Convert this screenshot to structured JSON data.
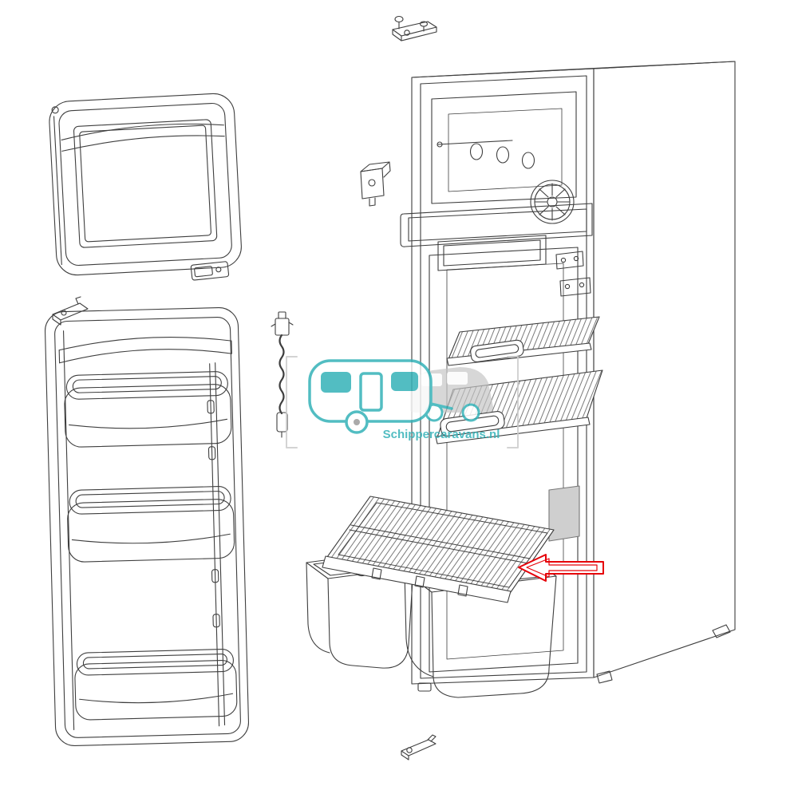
{
  "page": {
    "background_color": "#ffffff",
    "line_color": "#3e3e3e"
  },
  "watermark": {
    "text": "Schippercaravans.nl",
    "accent_color": "#35b2b8",
    "neutral_color": "#c4c4c4"
  },
  "highlight": {
    "shape": "left-pointing-arrow",
    "color": "#e60008",
    "points_to": "crisper-cover-wire-shelf"
  },
  "parts": [
    "freezer-door",
    "main-door",
    "door-bracket",
    "door-switch",
    "top-hinge",
    "middle-hinge",
    "bottom-hinge",
    "thermostat-sensor",
    "fridge-cabinet",
    "freezer-compartment",
    "evaporator-fan",
    "divider-trim",
    "wire-shelf-upper",
    "wire-shelf-middle",
    "crisper-cover-wire-shelf",
    "crisper-bin-left",
    "crisper-bin-right"
  ]
}
